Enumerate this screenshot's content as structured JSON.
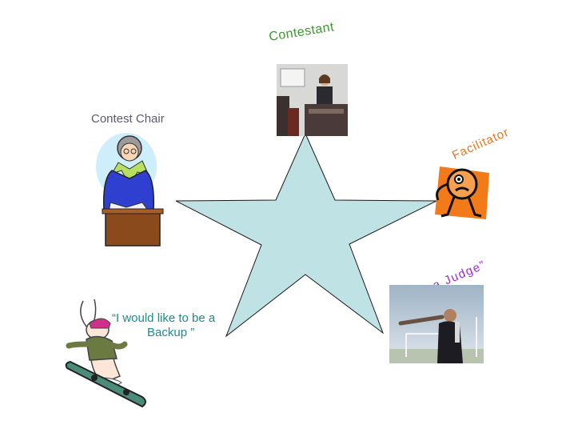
{
  "roles": {
    "contestant": {
      "label": "Contestant",
      "color": "#3a9a2a"
    },
    "contest_chair": {
      "label": "Contest Chair",
      "color": "#5a5a72"
    },
    "facilitator": {
      "label": "Facilitator",
      "color": "#e8741c"
    },
    "judge": {
      "label": "“I am a Judge”",
      "color": "#9b30d0"
    },
    "backup": {
      "line1": "“I would like to be a",
      "line2": "Backup ”",
      "color": "#1e8a8a"
    }
  },
  "colors": {
    "star_fill": "#bfe3e5",
    "star_stroke": "#1a1a1a"
  },
  "icons": [
    "contestant-photo",
    "contest-chair-clipart",
    "facilitator-clipart",
    "judge-photo",
    "rabbit-snowboard-clipart"
  ]
}
